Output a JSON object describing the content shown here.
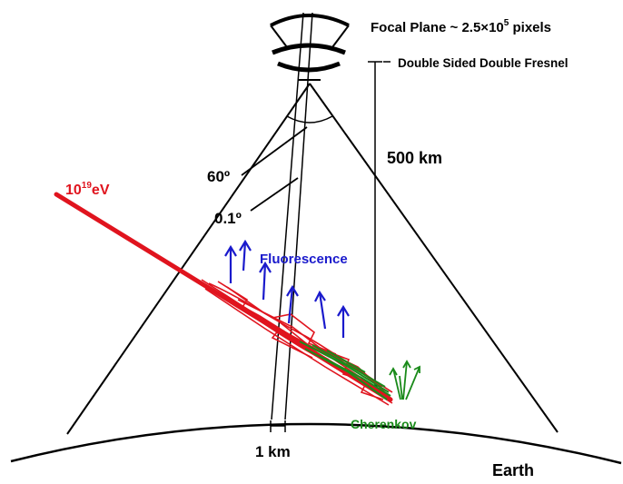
{
  "labels": {
    "focal_plane_prefix": "Focal Plane ~ 2.5×10",
    "focal_plane_exp": "5",
    "focal_plane_suffix": " pixels",
    "double_fresnel": "Double Sided Double Fresnel",
    "altitude": "500 km",
    "fov_angle": "60º",
    "pixel_angle": "0.1º",
    "energy_base": "10",
    "energy_exp": "19",
    "energy_unit": "eV",
    "fluorescence": "Fluorescence",
    "cherenkov": "Cherenkov",
    "pixel_footprint": "1 km",
    "earth": "Earth"
  },
  "colors": {
    "cosmic_ray": "#e0141e",
    "fluorescence": "#1a1acc",
    "cherenkov": "#1a8a1a",
    "line": "#000000"
  }
}
